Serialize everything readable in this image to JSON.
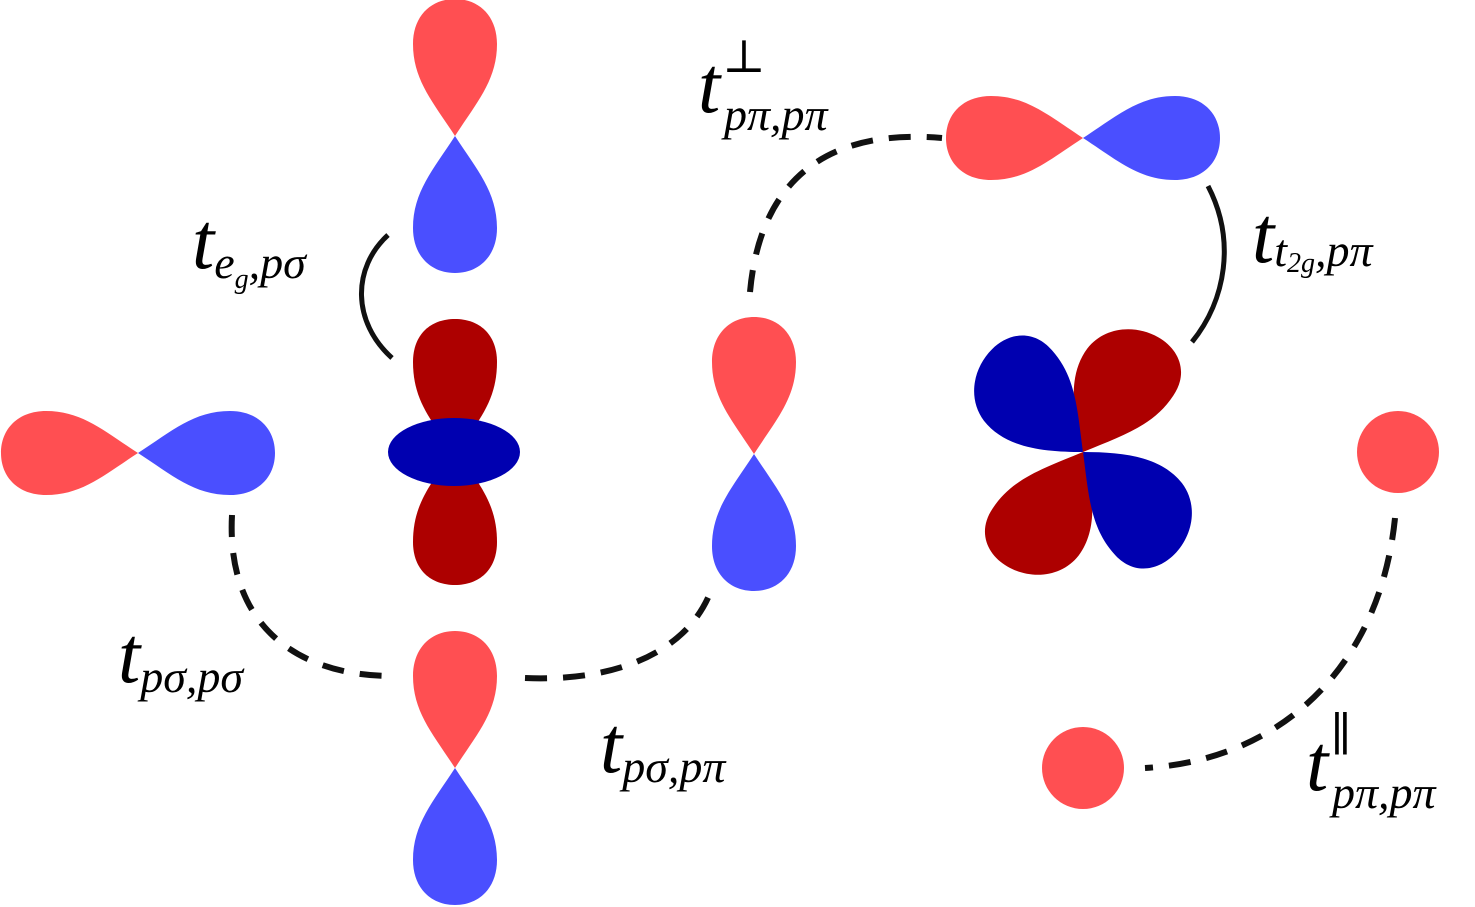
{
  "colors": {
    "lobe_light_red": "#ff4f52",
    "lobe_light_blue": "#4a4fff",
    "lobe_dark_red": "#ad0000",
    "lobe_dark_blue": "#0000b0",
    "line": "#111111"
  },
  "labels": {
    "t_eg_psigma": {
      "base": "t",
      "sub": "e",
      "subsub": "g",
      "tail": ",pσ"
    },
    "t_perp_ppi_ppi": {
      "base": "t",
      "sup": "⊥",
      "sub": "pπ,pπ"
    },
    "t_t2g_ppi": {
      "base": "t",
      "sub": "t",
      "subsub": "2g",
      "tail": ",pπ"
    },
    "t_psigma_psigma": {
      "base": "t",
      "sub": "pσ,pσ"
    },
    "t_psigma_ppi": {
      "base": "t",
      "sub": "pσ,pπ"
    },
    "t_par_ppi_ppi": {
      "base": "t",
      "sup": "∥",
      "sub": "pπ,pπ"
    }
  }
}
